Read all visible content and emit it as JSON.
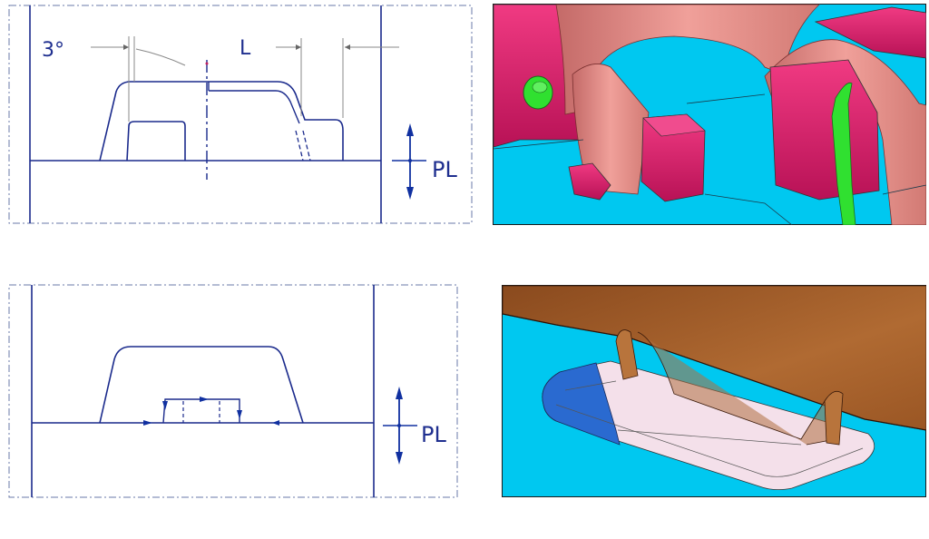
{
  "top_drawing": {
    "angle_label": "3°",
    "length_label": "L",
    "parting_line_label": "PL"
  },
  "bottom_drawing": {
    "parting_line_label": "PL"
  },
  "colors": {
    "line": "#1a2a8c",
    "frame": "#5a6aa0",
    "arrow": "#1030a0",
    "cyan": "#00c8f0",
    "magenta": "#e0206a",
    "salmon": "#e89088",
    "green": "#30e030",
    "brown": "#a85a2a",
    "blue_face": "#2a6ad0",
    "pink_white": "#f4e0ea"
  }
}
